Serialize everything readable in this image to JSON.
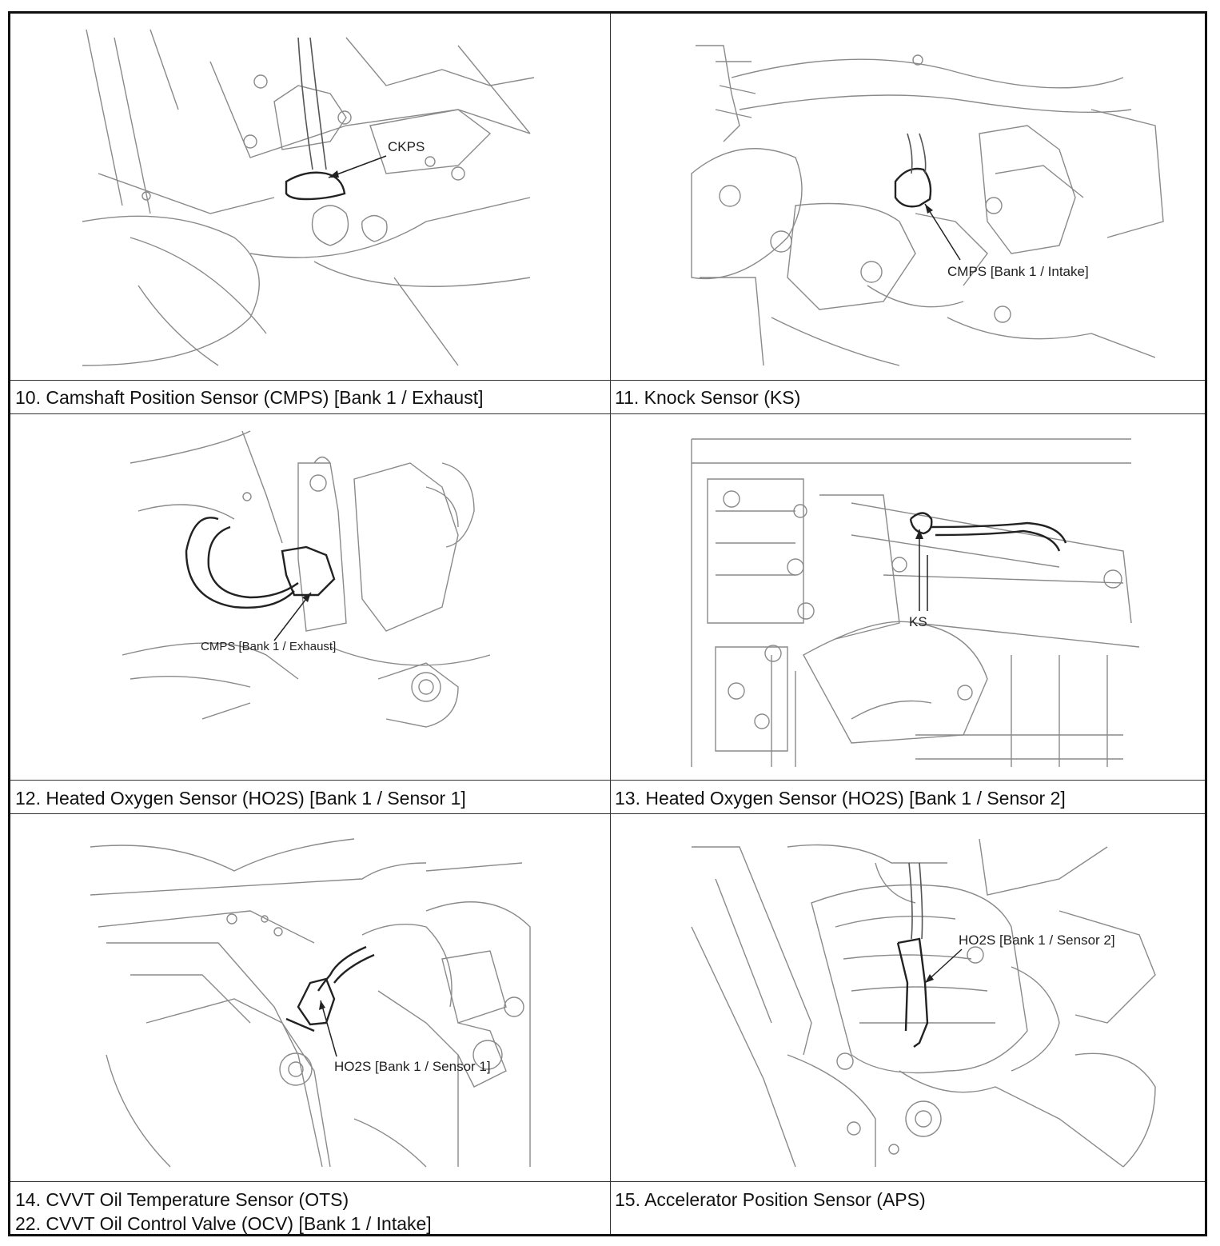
{
  "panels": [
    {
      "callout": "CKPS",
      "caption_lines": [
        "10. Camshaft Position Sensor (CMPS) [Bank 1 / Exhaust]"
      ]
    },
    {
      "callout": "CMPS [Bank 1 / Intake]",
      "caption_lines": [
        "11. Knock Sensor (KS)"
      ]
    },
    {
      "callout": "CMPS [Bank 1 / Exhaust]",
      "caption_lines": [
        "12. Heated Oxygen Sensor (HO2S) [Bank 1 / Sensor 1]"
      ]
    },
    {
      "callout": "KS",
      "caption_lines": [
        "13. Heated Oxygen Sensor (HO2S) [Bank 1 / Sensor 2]"
      ]
    },
    {
      "callout": "HO2S [Bank 1 / Sensor 1]",
      "caption_lines": [
        "14. CVVT Oil Temperature Sensor (OTS)",
        "22. CVVT Oil Control Valve (OCV) [Bank 1 / Intake]"
      ]
    },
    {
      "callout": "HO2S [Bank 1 / Sensor 2]",
      "caption_lines": [
        "15. Accelerator Position Sensor (APS)"
      ]
    }
  ]
}
